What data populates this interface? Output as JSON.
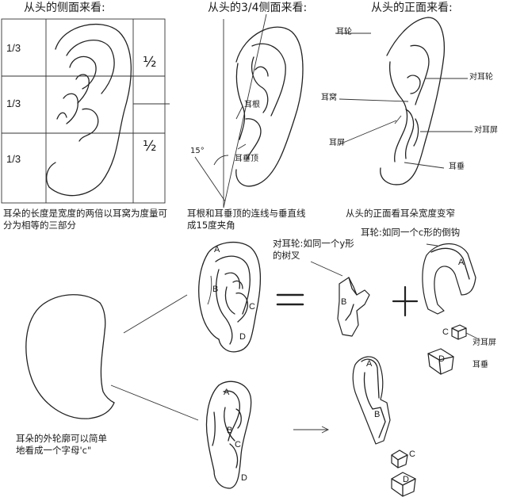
{
  "titles": {
    "side": "从头的侧面来看:",
    "three_quarter": "从头的3/4侧面来看:",
    "front": "从头的正面来看:"
  },
  "side_view": {
    "row_labels": [
      "1/3",
      "1/3",
      "1/3"
    ],
    "half_labels": [
      "½",
      "½"
    ],
    "caption": "耳朵的长度是宽度的两倍以耳窝为度量可分为相等的三部分"
  },
  "three_quarter_view": {
    "angle": "15°",
    "ear_root": "耳根",
    "lobe_top": "耳垂顶",
    "caption": "耳根和耳垂顶的连线与垂直线成15度夹角"
  },
  "front_view": {
    "helix": "耳轮",
    "antihelix": "对耳轮",
    "concha": "耳窝",
    "tragus": "耳屏",
    "antitragus": "对耳屏",
    "lobe": "耳垂",
    "caption": "从头的正面看耳朵宽度变窄"
  },
  "construction": {
    "outline_caption": "耳朵的外轮廓可以简单地看成一个字母'c\"",
    "antihelix_note": "对耳轮:如同一个y形的树叉",
    "helix_note": "耳轮:如同一个c形的倒钩",
    "antitragus_label": "对耳屏",
    "lobe_label": "耳垂",
    "equals": "=",
    "plus": "+",
    "letters": [
      "A",
      "B",
      "C",
      "D"
    ]
  }
}
